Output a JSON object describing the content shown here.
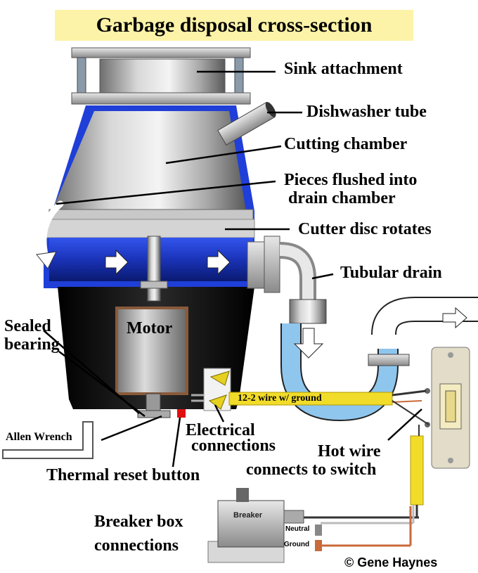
{
  "title": "Garbage disposal cross-section",
  "labels": {
    "sink_attachment": "Sink attachment",
    "dishwasher_tube": "Dishwasher tube",
    "cutting_chamber": "Cutting chamber",
    "pieces_flushed_1": "Pieces flushed into",
    "pieces_flushed_2": "drain chamber",
    "cutter_disc": "Cutter disc rotates",
    "tubular_drain": "Tubular drain",
    "sealed_bearing_1": "Sealed",
    "sealed_bearing_2": "bearing",
    "motor": "Motor",
    "wire": "12-2 wire w/ ground",
    "electrical_1": "Electrical",
    "electrical_2": "connections",
    "allen_wrench": "Allen Wrench",
    "thermal_reset": "Thermal reset button",
    "hot_wire_1": "Hot wire",
    "hot_wire_2": "connects to switch",
    "breaker_box_1": "Breaker box",
    "breaker_box_2": "connections",
    "breaker": "Breaker",
    "neutral": "Neutral",
    "ground": "Ground",
    "copyright": "© Gene Haynes"
  },
  "colors": {
    "title_bg": "#fdf3a8",
    "chamber_blue": "#2244dd",
    "water_blue": "#8fc6ee",
    "wire_yellow": "#f2dc2a",
    "reset_red": "#e01010",
    "body_black": "#111111"
  }
}
